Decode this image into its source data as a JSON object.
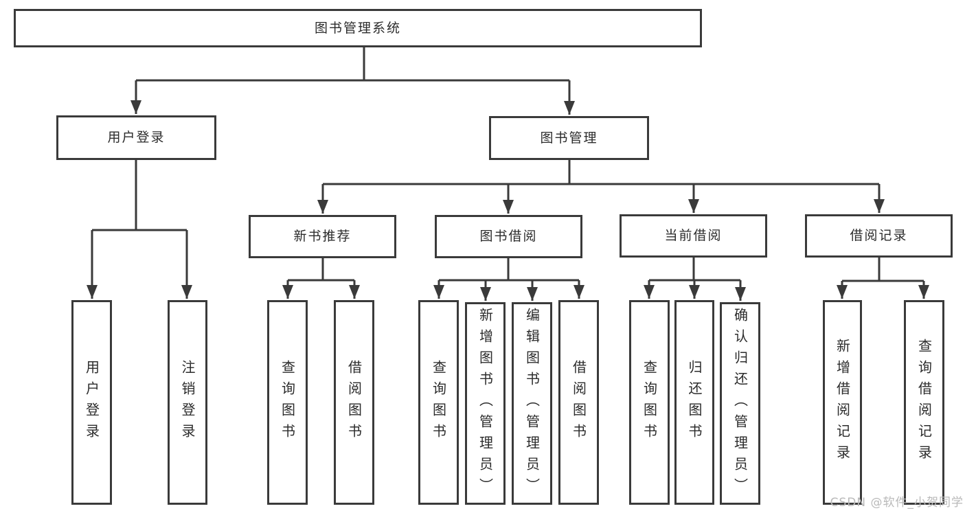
{
  "root": {
    "label": "图书管理系统"
  },
  "branches": {
    "user_login": {
      "label": "用户登录",
      "children": [
        {
          "label": "用户登录"
        },
        {
          "label": "注销登录"
        }
      ]
    },
    "book_management": {
      "label": "图书管理",
      "sections": [
        {
          "label": "新书推荐",
          "children": [
            {
              "label": "查询图书"
            },
            {
              "label": "借阅图书"
            }
          ]
        },
        {
          "label": "图书借阅",
          "children": [
            {
              "label": "查询图书"
            },
            {
              "label": "新增图书（管理员）"
            },
            {
              "label": "编辑图书（管理员）"
            },
            {
              "label": "借阅图书"
            }
          ]
        },
        {
          "label": "当前借阅",
          "children": [
            {
              "label": "查询图书"
            },
            {
              "label": "归还图书"
            },
            {
              "label": "确认归还（管理员）"
            }
          ]
        },
        {
          "label": "借阅记录",
          "children": [
            {
              "label": "新增借阅记录"
            },
            {
              "label": "查询借阅记录"
            }
          ]
        }
      ]
    }
  },
  "watermark": {
    "text": "CSDN @软件_小贺同学"
  },
  "colors": {
    "line": "#3a3a3a",
    "text": "#2b2b2b",
    "background": "#ffffff",
    "watermark": "#b9b9b9"
  }
}
